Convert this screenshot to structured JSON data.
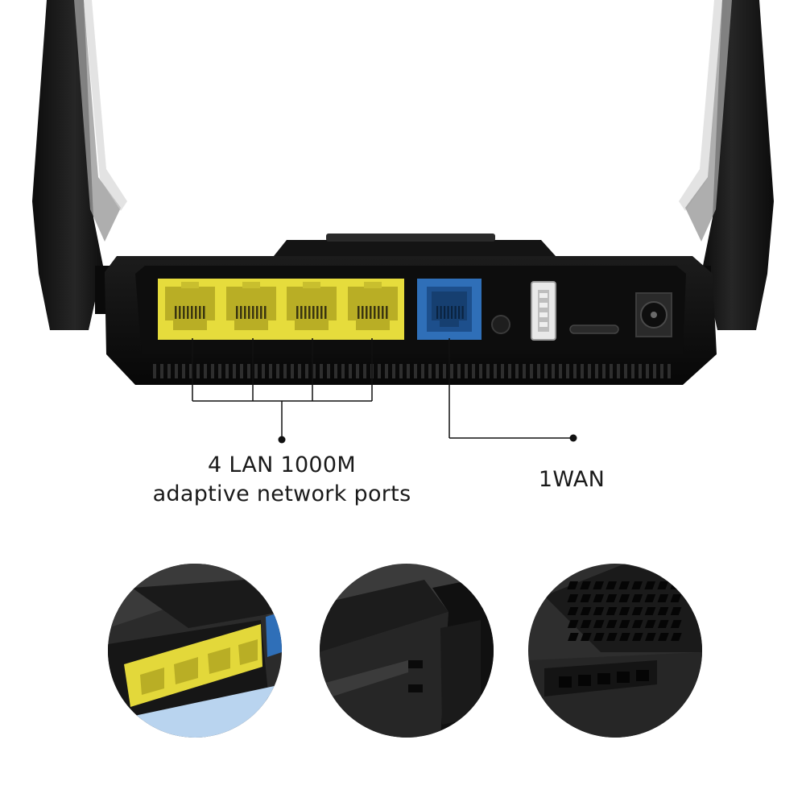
{
  "labels": {
    "lan_line1": "4 LAN 1000M",
    "lan_line2": "adaptive network ports",
    "wan": "1WAN"
  },
  "colors": {
    "lan_port": "#e6dc3c",
    "wan_port": "#2f6fb8",
    "body": "#111111",
    "background": "#ffffff"
  }
}
